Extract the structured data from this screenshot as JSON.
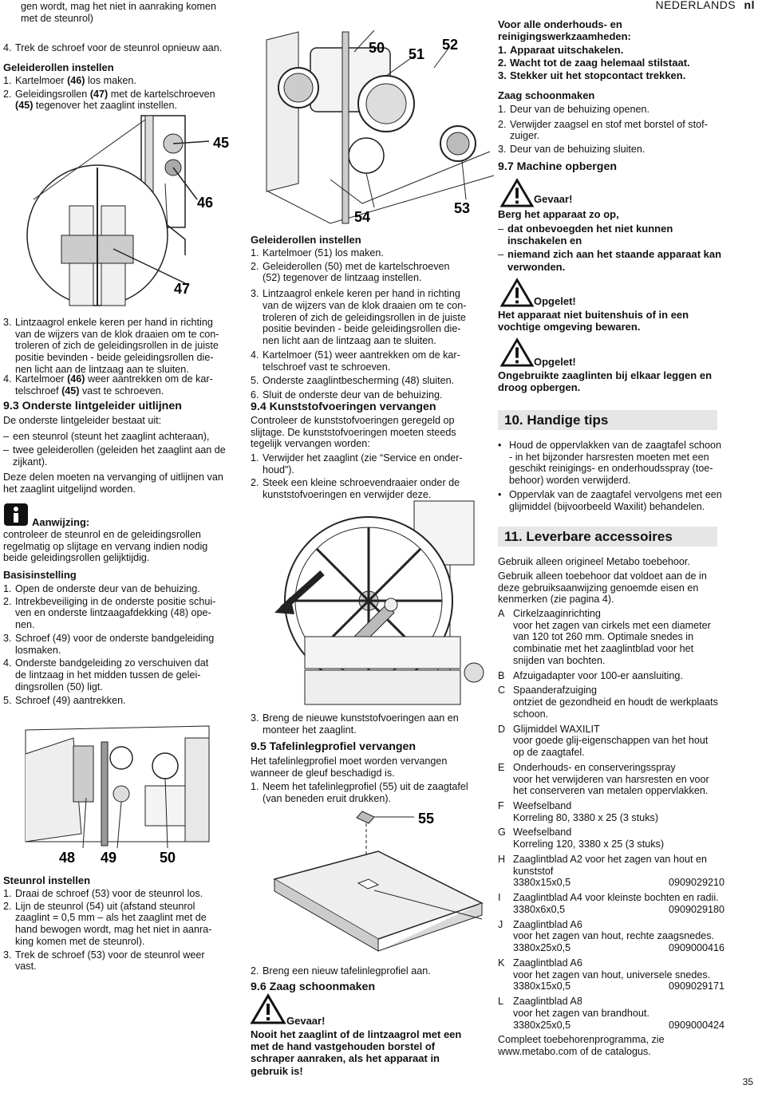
{
  "header": {
    "language": "NEDERLANDS",
    "lang_code": "nl"
  },
  "page_number": "35",
  "col1": {
    "intro_line1": "gen wordt, mag het niet in aanraking komen",
    "intro_line2": "met de steunrol)",
    "step4_num": "4.",
    "step4_text": "Trek de schroef voor de steunrol opnieuw aan.",
    "guide_heading": "Geleiderollen instellen",
    "guide_steps": [
      {
        "num": "1.",
        "a": "Kartelmoer ",
        "b": "(46)",
        "c": " los maken."
      },
      {
        "num": "2.",
        "a": "Geleidingsrollen ",
        "b": "(47)",
        "c": " met de kartelschroeven"
      },
      {
        "num": "",
        "a": "",
        "b": "(45)",
        "c": " tegenover het zaaglint instellen."
      }
    ],
    "fig1_labels": {
      "a": "45",
      "b": "46",
      "c": "47"
    },
    "step3_num": "3.",
    "step3_lines": [
      "Lintzaagrol enkele keren per hand in richting",
      "van de wijzers van de klok draaien om te con-",
      "troleren of zich de geleidingsrollen in de juiste",
      "positie bevinden - beide geleidingsrollen die-",
      "nen licht aan de lintzaag aan te sluiten."
    ],
    "step4b_num": "4.",
    "step4b_a": "Kartelmoer ",
    "step4b_b": "(46)",
    "step4b_c": " weer aantrekken om de kar-",
    "step4b_d": "telschroef ",
    "step4b_e": "(45)",
    "step4b_f": " vast te schroeven.",
    "sec93": "9.3 Onderste lintgeleider uitlijnen",
    "sec93_intro": "De onderste lintgeleider bestaat uit:",
    "dash1": "een steunrol (steunt het zaaglint achteraan),",
    "dash2a": "twee geleiderollen (geleiden het zaaglint aan de",
    "dash2b": "zijkant).",
    "align_text1": "Deze delen moeten na vervanging of uitlijnen van",
    "align_text2": "het zaaglint uitgelijnd worden.",
    "note_label": "Aanwijzing:",
    "note_lines": [
      "controleer de steunrol en de geleidingsrollen",
      "regelmatig op slijtage en vervang indien nodig",
      "beide geleidingsrollen gelijktijdig."
    ],
    "basis_heading": "Basisinstelling",
    "basis_steps": [
      {
        "num": "1.",
        "lines": [
          "Open de onderste deur van de behuizing."
        ]
      },
      {
        "num": "2.",
        "lines": [
          "Intrekbeveiliging in de onderste positie schui-",
          "ven en onderste lintzaagafdekking (48) ope-",
          "nen."
        ]
      },
      {
        "num": "3.",
        "lines": [
          "Schroef (49) voor de onderste bandgeleiding",
          "losmaken."
        ]
      },
      {
        "num": "4.",
        "lines": [
          "Onderste bandgeleiding zo verschuiven dat",
          "de lintzaag in het midden tussen de gelei-",
          "dingsrollen (50) ligt."
        ]
      },
      {
        "num": "5.",
        "lines": [
          "Schroef (49) aantrekken."
        ]
      }
    ],
    "fig2_labels": {
      "a": "48",
      "b": "49",
      "c": "50"
    },
    "steun_heading": "Steunrol instellen",
    "steun_steps": [
      {
        "num": "1.",
        "lines": [
          "Draai de schroef (53) voor de steunrol los."
        ]
      },
      {
        "num": "2.",
        "lines": [
          "Lijn de steunrol (54) uit (afstand steunrol",
          "zaaglint = 0,5 mm – als het zaaglint met de",
          "hand bewogen wordt, mag het niet in aanra-",
          "king komen met de steunrol)."
        ]
      },
      {
        "num": "3.",
        "lines": [
          "Trek de schroef (53) voor de steunrol weer",
          "vast."
        ]
      }
    ]
  },
  "col2": {
    "fig3_labels": {
      "a": "50",
      "b": "51",
      "c": "52",
      "d": "54",
      "e": "53"
    },
    "guide_heading": "Geleiderollen instellen",
    "guide_steps": [
      {
        "num": "1.",
        "lines": [
          "Kartelmoer (51) los maken."
        ]
      },
      {
        "num": "2.",
        "lines": [
          "Geleiderollen (50) met de kartelschroeven",
          "(52) tegenover de lintzaag instellen."
        ]
      },
      {
        "num": "3.",
        "lines": [
          "Lintzaagrol enkele keren per hand in richting",
          "van de wijzers van de klok draaien om te con-",
          "troleren of zich de geleidingsrollen in de juiste",
          "positie bevinden - beide geleidingsrollen die-",
          "nen licht aan de lintzaag aan te sluiten."
        ]
      },
      {
        "num": "4.",
        "lines": [
          "Kartelmoer (51) weer aantrekken om de kar-",
          "telschroef vast te schroeven."
        ]
      },
      {
        "num": "5.",
        "lines": [
          "Onderste zaaglintbescherming (48) sluiten."
        ]
      },
      {
        "num": "6.",
        "lines": [
          "Sluit de onderste deur van de behuizing."
        ]
      }
    ],
    "sec94": "9.4 Kunststofvoeringen vervangen",
    "sec94_lines": [
      "Controleer de kunststofvoeringen geregeld op",
      "slijtage. De kunststofvoeringen moeten steeds",
      "tegelijk vervangen worden:"
    ],
    "sec94_steps": [
      {
        "num": "1.",
        "lines": [
          "Verwijder het zaaglint (zie “Service en onder-",
          "houd”)."
        ]
      },
      {
        "num": "2.",
        "lines": [
          "Steek een kleine schroevendraaier onder de",
          "kunststofvoeringen en verwijder deze."
        ]
      }
    ],
    "sec94_step3": {
      "num": "3.",
      "lines": [
        "Breng de nieuwe kunststofvoeringen aan en",
        "monteer het zaaglint."
      ]
    },
    "sec95": "9.5 Tafelinlegprofiel vervangen",
    "sec95_lines": [
      "Het tafelinlegprofiel moet worden vervangen",
      "wanneer de gleuf beschadigd is."
    ],
    "sec95_step1": {
      "num": "1.",
      "lines": [
        "Neem het tafelinlegprofiel (55) uit de zaagtafel",
        "(van beneden eruit drukken)."
      ]
    },
    "fig5_label": "55",
    "sec95_step2": {
      "num": "2.",
      "lines": [
        "Breng een nieuw tafelinlegprofiel aan."
      ]
    },
    "sec96": "9.6 Zaag schoonmaken",
    "warn_label": "Gevaar!",
    "warn_lines": [
      "Nooit het zaaglint of de lintzaagrol met een",
      "met de hand vastgehouden borstel of",
      "schraper aanraken, als het apparaat in",
      "gebruik is!"
    ]
  },
  "col3": {
    "maint_heading1": "Voor alle onderhouds- en",
    "maint_heading2": "reinigingswerkzaamheden:",
    "maint_steps": [
      {
        "num": "1.",
        "text": "Apparaat uitschakelen."
      },
      {
        "num": "2.",
        "text": "Wacht tot de zaag helemaal stilstaat."
      },
      {
        "num": "3.",
        "text": "Stekker uit het stopcontact trekken."
      }
    ],
    "clean_heading": "Zaag schoonmaken",
    "clean_steps": [
      {
        "num": "1.",
        "lines": [
          "Deur van de behuizing openen."
        ]
      },
      {
        "num": "2.",
        "lines": [
          "Verwijder zaagsel en stof met borstel of stof-",
          "zuiger."
        ]
      },
      {
        "num": "3.",
        "lines": [
          "Deur van de behuizing sluiten."
        ]
      }
    ],
    "sec97": "9.7 Machine opbergen",
    "danger_label": "Gevaar!",
    "danger_intro": "Berg het apparaat zo op,",
    "danger_items": [
      {
        "lines": [
          "dat onbevoegden het niet kunnen",
          "inschakelen en"
        ]
      },
      {
        "lines": [
          "niemand zich aan het staande apparaat kan",
          "verwonden."
        ]
      }
    ],
    "caution1_label": "Opgelet!",
    "caution1_lines": [
      "Het apparaat niet buitenshuis of in een",
      "vochtige omgeving bewaren."
    ],
    "caution2_label": "Opgelet!",
    "caution2_lines": [
      "Ongebruikte zaaglinten bij elkaar leggen en",
      "droog opbergen."
    ],
    "tips_title": "10. Handige tips",
    "tips": [
      {
        "lines": [
          "Houd de oppervlakken van de zaagtafel schoon",
          "- in het bijzonder harsresten moeten met een",
          "geschikt reinigings- en onderhoudsspray (toe-",
          "behoor) worden verwijderd."
        ]
      },
      {
        "lines": [
          "Oppervlak van de zaagtafel vervolgens met een",
          "glijmiddel (bijvoorbeeld Waxilit) behandelen."
        ]
      }
    ],
    "acc_title": "11. Leverbare accessoires",
    "acc_intro1": "Gebruik alleen origineel Metabo toebehoor.",
    "acc_intro2": [
      "Gebruik alleen toebehoor dat voldoet aan de in",
      "deze gebruiksaanwijzing genoemde eisen en",
      "kenmerken (zie pagina 4)."
    ],
    "accessories": [
      {
        "letter": "A",
        "lines": [
          "Cirkelzaaginrichting",
          "voor het zagen van cirkels met een diameter",
          "van 120 tot 260 mm. Optimale snedes in",
          "combinatie met het zaaglintblad voor het",
          "snijden van bochten."
        ]
      },
      {
        "letter": "B",
        "lines": [
          "Afzuigadapter voor 100-er aansluiting."
        ]
      },
      {
        "letter": "C",
        "lines": [
          "Spaanderafzuiging",
          "ontziet de gezondheid en houdt de werkplaats",
          "schoon."
        ]
      },
      {
        "letter": "D",
        "lines": [
          "Glijmiddel WAXILIT",
          "voor goede glij-eigenschappen van het hout",
          "op de zaagtafel."
        ]
      },
      {
        "letter": "E",
        "lines": [
          "Onderhouds- en conserveringsspray",
          "voor het verwijderen van harsresten en voor",
          "het conserveren van metalen oppervlakken."
        ]
      },
      {
        "letter": "F",
        "lines": [
          "Weefselband",
          "Korreling 80, 3380 x 25 (3 stuks)"
        ]
      },
      {
        "letter": "G",
        "lines": [
          "Weefselband",
          "Korreling 120, 3380 x 25 (3 stuks)"
        ]
      },
      {
        "letter": "H",
        "lines": [
          "Zaaglintblad A2 voor het zagen van hout en",
          "kunststof"
        ],
        "spec": "3380x15x0,5",
        "code": "0909029210"
      },
      {
        "letter": "I",
        "lines": [
          "Zaaglintblad A4 voor kleinste bochten en radii."
        ],
        "spec": "3380x6x0,5",
        "code": "0909029180"
      },
      {
        "letter": "J",
        "lines": [
          "Zaaglintblad A6",
          "voor het zagen van hout, rechte zaagsnedes."
        ],
        "spec": "3380x25x0,5",
        "code": "0909000416"
      },
      {
        "letter": "K",
        "lines": [
          "Zaaglintblad A6",
          "voor het zagen van hout, universele snedes."
        ],
        "spec": "3380x15x0,5",
        "code": "0909029171"
      },
      {
        "letter": "L",
        "lines": [
          "Zaaglintblad A8",
          "voor het zagen van brandhout."
        ],
        "spec": "3380x25x0,5",
        "code": "0909000424"
      }
    ],
    "acc_outro": [
      "Compleet toebehorenprogramma, zie",
      "www.metabo.com of de catalogus."
    ]
  }
}
